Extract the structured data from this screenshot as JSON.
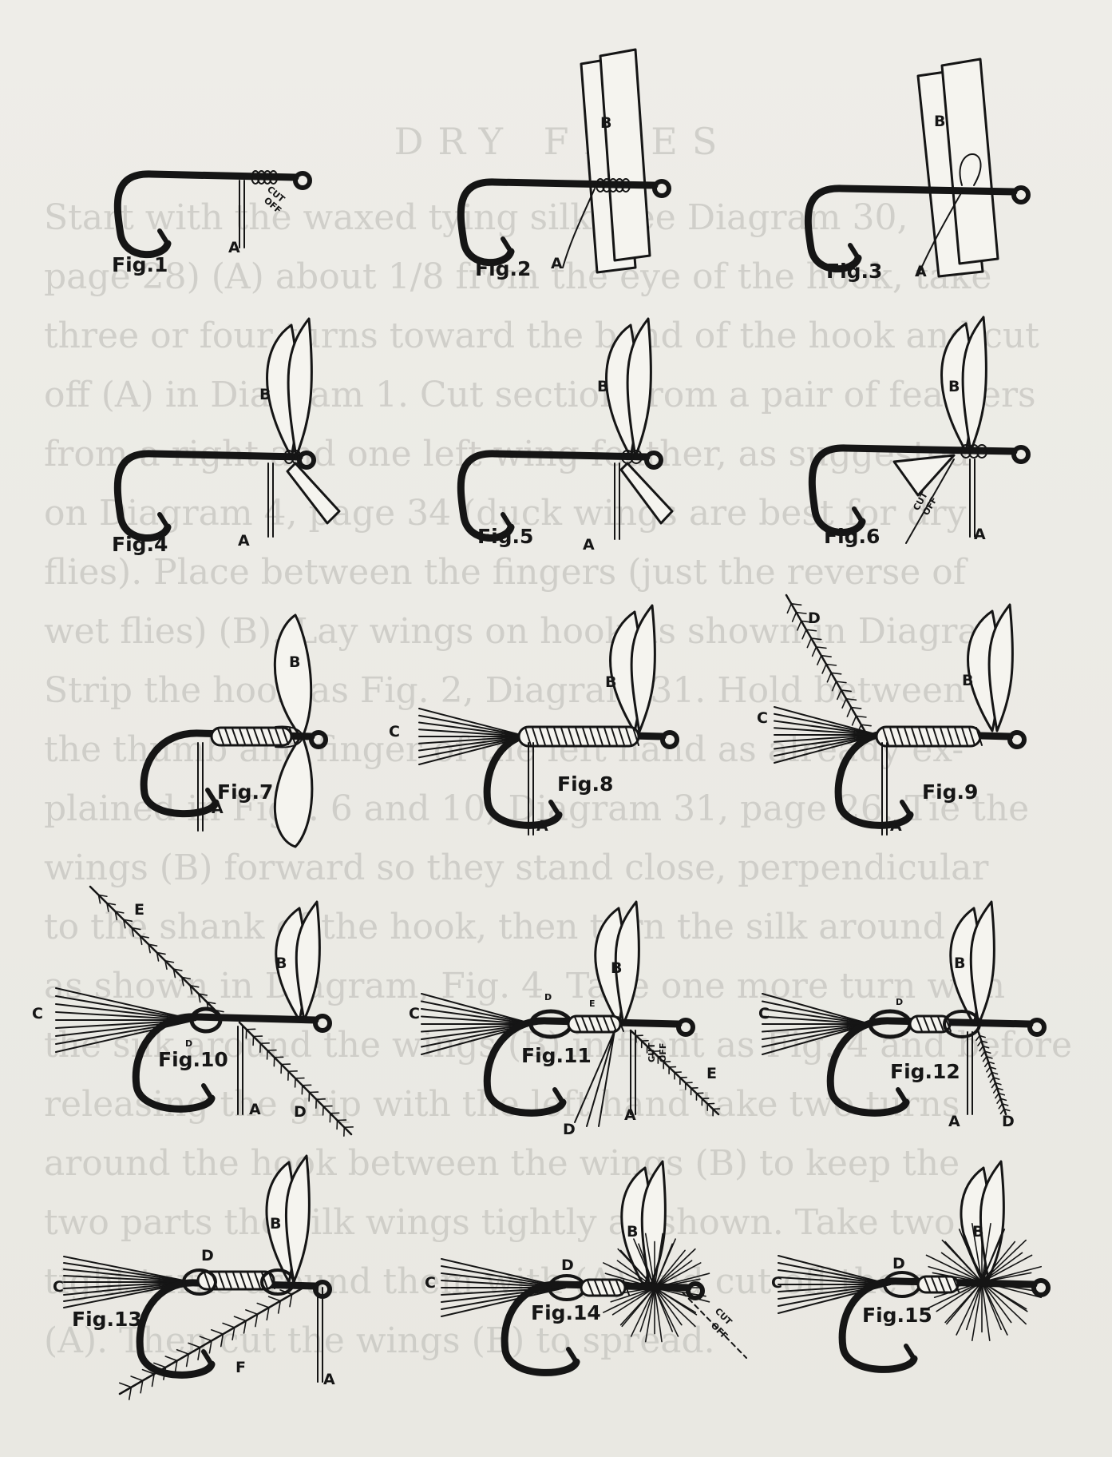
{
  "background_text": {
    "heading": "DRY FLIES",
    "lines": [
      "Start with the waxed tying silk (see Diagram 30,",
      "page 28) (A) about 1/8 from the eye of the hook, take",
      "three or four turns toward the bend of the hook and cut",
      "off (A) in Diagram 1. Cut section from a pair of feathers",
      "from a right and one left wing feather, as suggested",
      "on Diagram 4, page 34 (duck wings are best for dry",
      "flies). Place between the fingers (just the reverse of",
      "wet flies) (B). Lay wings on hook as shown in Diagram",
      "Strip the hook as Fig. 2, Diagram 31. Hold between",
      "the thumb and finger of the left hand as already ex-",
      "plained in Figs. 6 and 10, Diagram 31, page 26. Tie the",
      "wings (B) forward so they stand close, perpendicular",
      "to the shank of the hook, then turn the silk around",
      "as shown in Diagram, Fig. 4. Take one more turn with",
      "the silk around the wings (B) in front as Fig. 4 and before",
      "releasing the grip with the left hand take two turns",
      "around the hook between the wings (B) to keep the",
      "two parts the silk wings tightly as shown. Take two",
      "tight turns around them with (A) and cut off the end",
      "(A). Then cut the wings (B) to spread."
    ]
  },
  "figures": [
    {
      "caption": "Fig.1",
      "labels": [
        "A",
        "CUT",
        "OFF"
      ]
    },
    {
      "caption": "Fig.2",
      "labels": [
        "A",
        "B"
      ]
    },
    {
      "caption": "Fig.3",
      "labels": [
        "A",
        "B"
      ]
    },
    {
      "caption": "Fig.4",
      "labels": [
        "A",
        "B"
      ]
    },
    {
      "caption": "Fig.5",
      "labels": [
        "A",
        "B"
      ]
    },
    {
      "caption": "Fig.6",
      "labels": [
        "A",
        "B",
        "CUT",
        "OFF"
      ]
    },
    {
      "caption": "Fig.7",
      "labels": [
        "A",
        "B"
      ]
    },
    {
      "caption": "Fig.8",
      "labels": [
        "A",
        "B",
        "C"
      ]
    },
    {
      "caption": "Fig.9",
      "labels": [
        "A",
        "B",
        "C",
        "D"
      ]
    },
    {
      "caption": "Fig.10",
      "labels": [
        "A",
        "B",
        "C",
        "D",
        "E",
        "D"
      ]
    },
    {
      "caption": "Fig.11",
      "labels": [
        "A",
        "B",
        "C",
        "D",
        "E",
        "E",
        "D",
        "CUT",
        "OFF"
      ]
    },
    {
      "caption": "Fig.12",
      "labels": [
        "A",
        "B",
        "C",
        "D",
        "D"
      ]
    },
    {
      "caption": "Fig.13",
      "labels": [
        "A",
        "B",
        "C",
        "D",
        "F"
      ]
    },
    {
      "caption": "Fig.14",
      "labels": [
        "B",
        "C",
        "D",
        "CUT",
        "OFF"
      ]
    },
    {
      "caption": "Fig.15",
      "labels": [
        "B",
        "C",
        "D"
      ]
    }
  ]
}
